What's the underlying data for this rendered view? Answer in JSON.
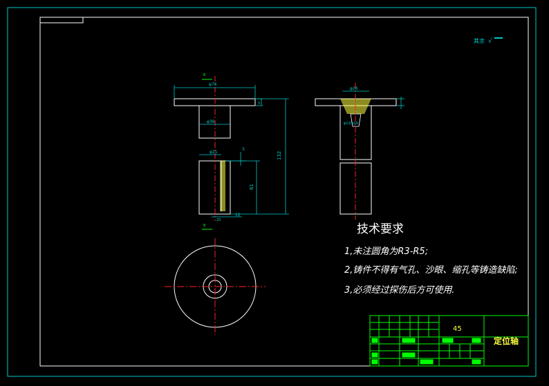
{
  "drawing": {
    "roughness_note": "其余",
    "roughness_symbol": "√",
    "dimensions": {
      "flange_diameter": "φ76",
      "bore_diameter": "φ36",
      "inner_diameter": "φ21",
      "top_diameter": "φ26",
      "hole_callout": "φ12/φ16",
      "overall_height": "132",
      "lower_length": "61",
      "step_height": "3",
      "bottom_offset": "12",
      "bottom_width": "20",
      "flange_thickness": "5",
      "section_mark": "B"
    },
    "tech_requirements": {
      "title": "技术要求",
      "items": [
        "1,未注圆角为R3-R5;",
        "2,铸件不得有气孔、沙眼、缩孔等铸造缺陷;",
        "3,必须经过探伤后方可使用."
      ]
    },
    "title_block": {
      "material": "45",
      "part_name": "定位轴"
    },
    "colors": {
      "border": "#00c8c8",
      "outline": "#ffffff",
      "dimension": "#00c8c8",
      "centerline": "#ff2020",
      "hatch": "#ffff40",
      "title_block": "#00ff00",
      "material_text": "#ffff40"
    }
  }
}
